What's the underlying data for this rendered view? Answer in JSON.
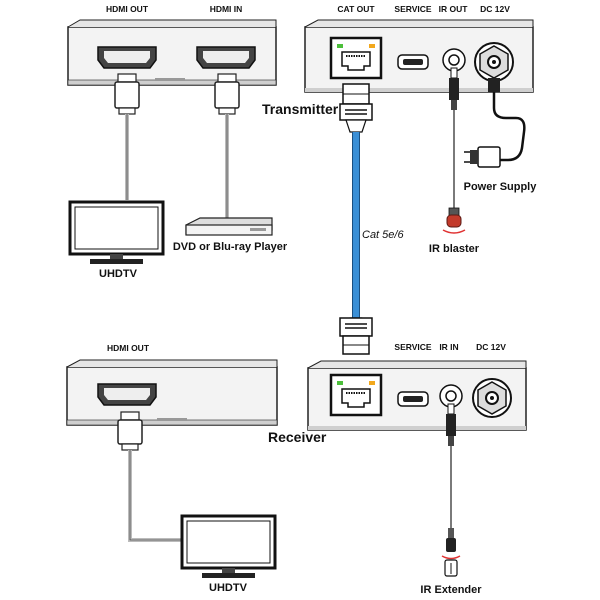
{
  "transmitter": {
    "title": "Transmitter",
    "ports_left": [
      "HDMI OUT",
      "HDMI IN"
    ],
    "ports_right": [
      "CAT OUT",
      "SERVICE",
      "IR OUT",
      "DC 12V"
    ]
  },
  "receiver": {
    "title": "Receiver",
    "ports_left": [
      "HDMI OUT"
    ],
    "ports_right": [
      "SERVICE",
      "IR IN",
      "DC 12V"
    ]
  },
  "devices": {
    "tv_top": "UHDTV",
    "player": "DVD or Blu-ray Player",
    "tv_bottom": "UHDTV",
    "power": "Power Supply",
    "ir_blaster": "IR blaster",
    "ir_extender": "IR Extender"
  },
  "cable": {
    "label": "Cat 5e/6",
    "color": "#3a8fd6"
  }
}
